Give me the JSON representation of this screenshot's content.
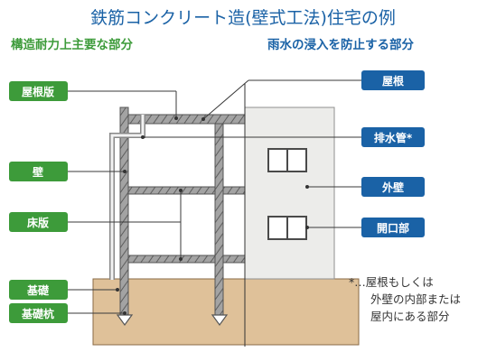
{
  "title": "鉄筋コンクリート造(壁式工法)住宅の例",
  "left_heading": "構造耐力上主要な部分",
  "right_heading": "雨水の浸入を防止する部分",
  "left_labels": {
    "roof_slab": "屋根版",
    "wall": "壁",
    "floor_slab": "床版",
    "foundation": "基礎",
    "foundation_pile": "基礎杭"
  },
  "right_labels": {
    "roof": "屋根",
    "drain_pipe": "排水管*",
    "exterior_wall": "外壁",
    "opening": "開口部"
  },
  "note": {
    "line1": "*…屋根もしくは",
    "line2": "外壁の内部または",
    "line3": "屋内にある部分"
  },
  "colors": {
    "structural": "#3d9b3a",
    "waterproof": "#1a62a6",
    "ground": "#dfc199",
    "wall_panel": "#ececea",
    "rebar_frame": "#9b9b9b"
  }
}
